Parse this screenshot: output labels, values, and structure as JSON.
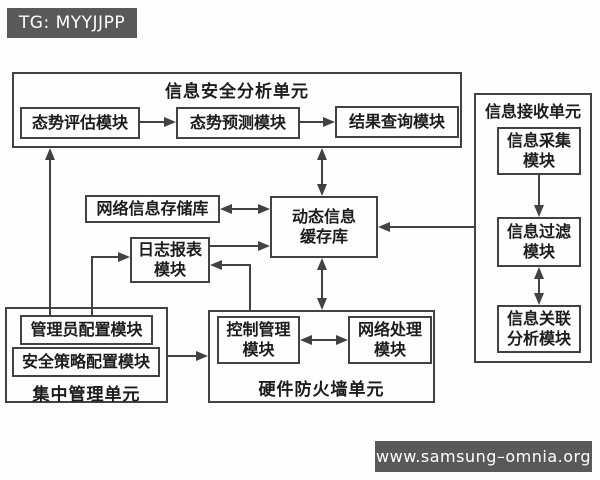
{
  "badges": {
    "tag": "TG: MYYJJPP",
    "site": "www.samsung–omnia.org"
  },
  "diagram": {
    "analysis_unit": {
      "title": "信息安全分析单元",
      "assess": "态势评估模块",
      "predict": "态势预测模块",
      "query": "结果查询模块"
    },
    "receive_unit": {
      "title": "信息接收单元",
      "collect": "信息采集\n模块",
      "filter": "信息过滤\n模块",
      "correlate": "信息关联\n分析模块"
    },
    "storage": "网络信息存储库",
    "cache": "动态信息\n缓存库",
    "log": "日志报表\n模块",
    "manage_unit": {
      "title": "集中管理单元",
      "admin": "管理员配置模块",
      "policy": "安全策略配置模块"
    },
    "firewall_unit": {
      "title": "硬件防火墙单元",
      "control": "控制管理\n模块",
      "network": "网络处理\n模块"
    }
  },
  "colors": {
    "badge_bg": "#58595b",
    "line": "#424242"
  }
}
